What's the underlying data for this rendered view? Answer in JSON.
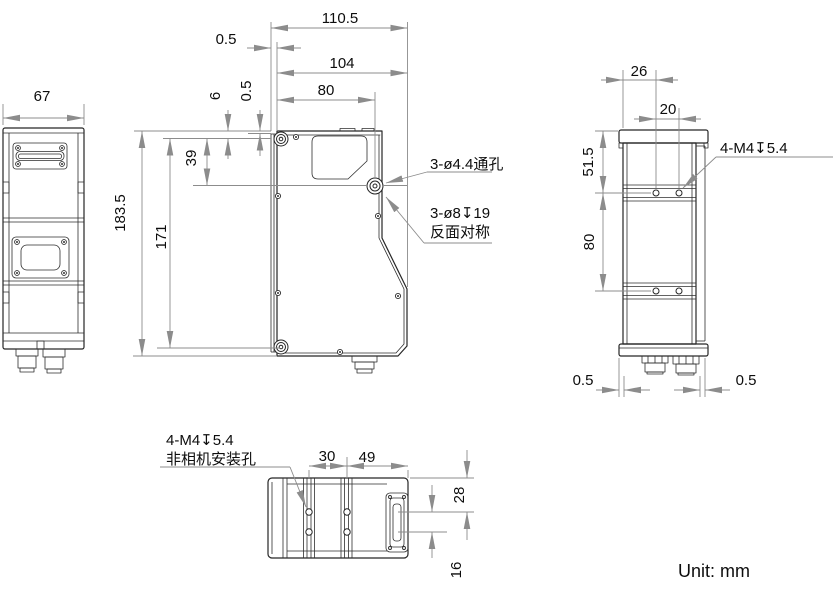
{
  "drawing": {
    "unit_label": "Unit: mm",
    "colors": {
      "line": "#262626",
      "dim": "#8c8c8c",
      "text": "#0d0d0d",
      "background": "#ffffff"
    },
    "front_view": {
      "width": "67"
    },
    "side_view": {
      "overall_depth": "110.5",
      "rear_gap": "0.5",
      "body_depth": "104",
      "hole_spacing": "80",
      "top_gap": "6",
      "top_lip": "0.5",
      "hole_top_offset": "39",
      "inner_height": "171",
      "overall_height": "183.5",
      "through_hole_note": "3-ø4.4通孔",
      "counterbore_note_line1": "3-ø8↧19",
      "counterbore_note_line2": "反面对称"
    },
    "rear_view": {
      "cap_width": "26",
      "hole_spacing_h": "20",
      "top_hole_offset": "51.5",
      "hole_spacing_v": "80",
      "left_gap": "0.5",
      "right_gap": "0.5",
      "thread_note": "4-M4↧5.4"
    },
    "bottom_view": {
      "hole_spacing_a": "30",
      "edge_offset": "49",
      "front_offset": "28",
      "hole_spacing_b": "16",
      "thread_note_line1": "4-M4↧5.4",
      "thread_note_line2": "非相机安装孔"
    }
  }
}
